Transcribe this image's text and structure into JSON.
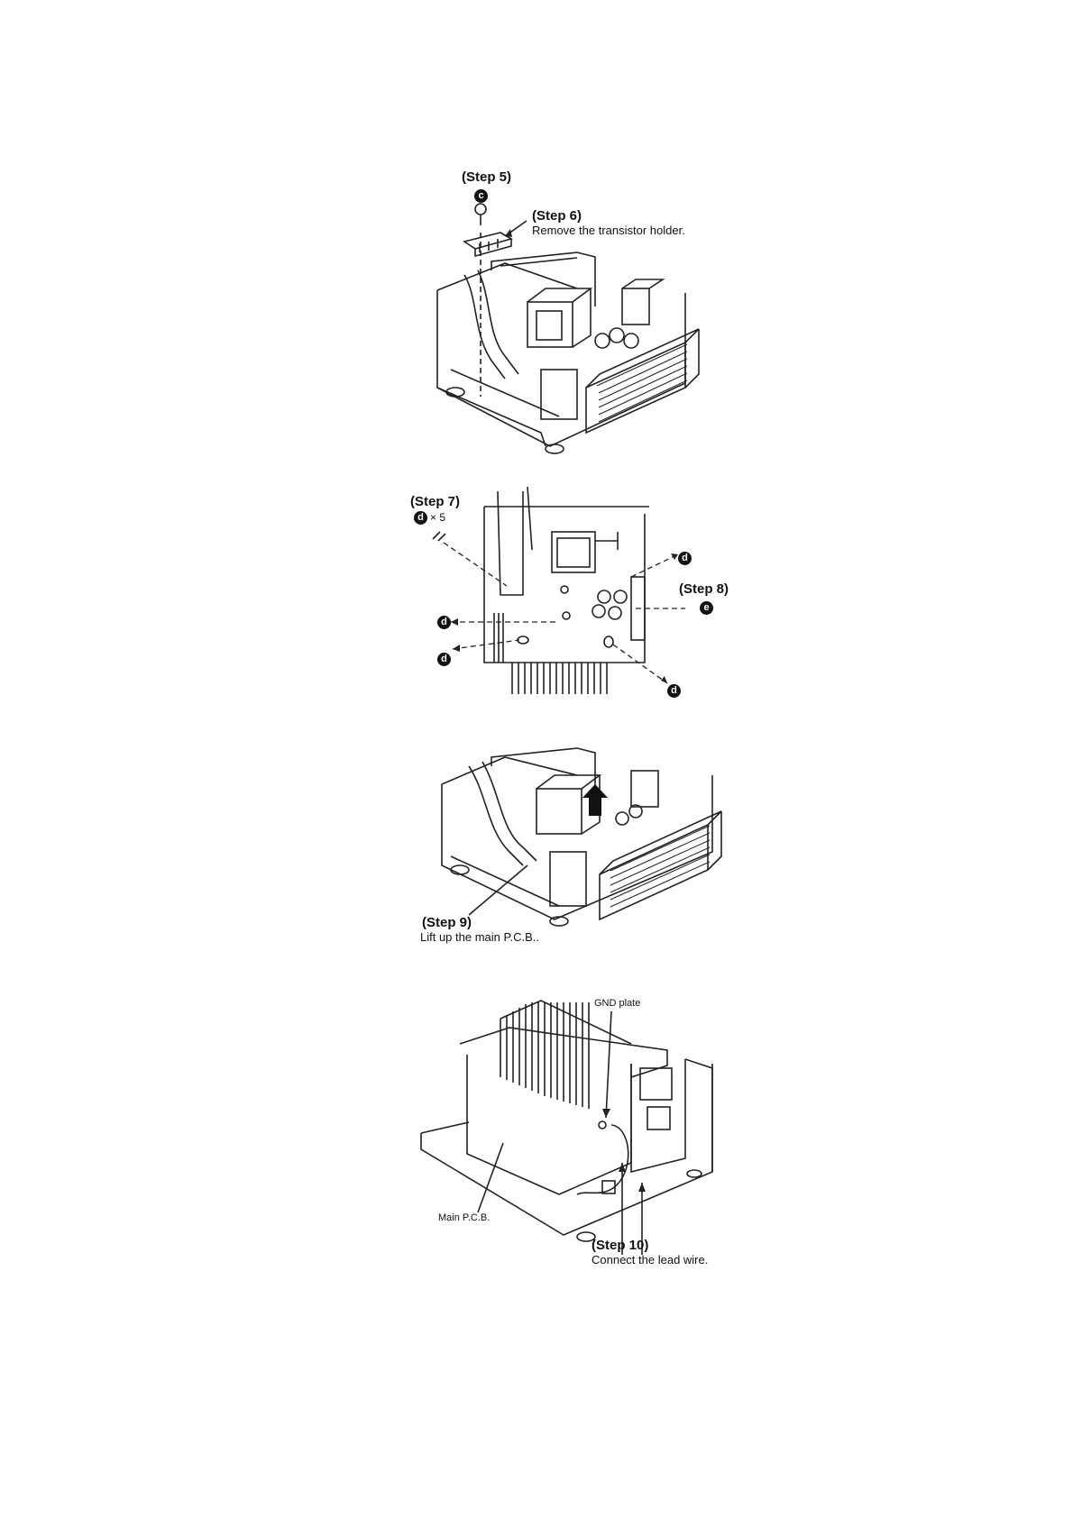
{
  "figure1": {
    "step5": "(Step 5)",
    "step5_badge": "c",
    "step6": "(Step 6)",
    "step6_desc": "Remove the transistor holder."
  },
  "figure2": {
    "step7": "(Step 7)",
    "step7_badge": "d",
    "step7_count": "× 5",
    "step8": "(Step 8)",
    "step8_badge": "e",
    "screw_badge": "d"
  },
  "figure3": {
    "step9": "(Step 9)",
    "step9_desc": "Lift up the main P.C.B.."
  },
  "figure4": {
    "gnd_label": "GND plate",
    "pcb_label": "Main P.C.B.",
    "step10": "(Step 10)",
    "step10_desc": "Connect the lead wire."
  }
}
